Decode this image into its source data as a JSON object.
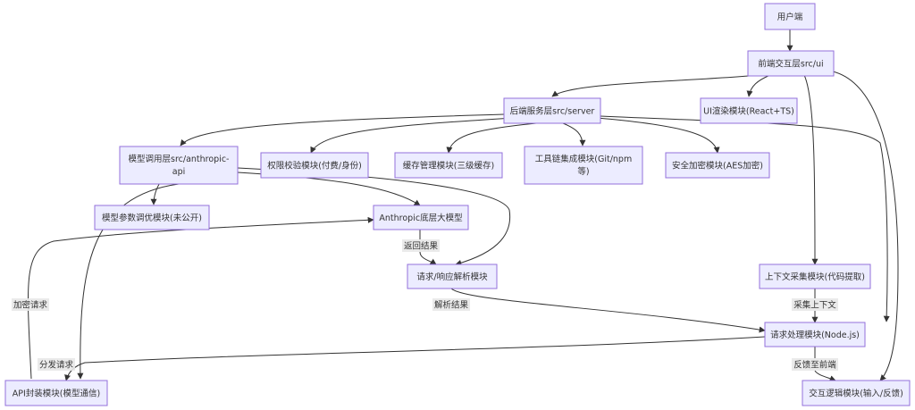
{
  "nodes": {
    "user": "用户端",
    "frontend": "前端交互层src/ui",
    "backend": "后端服务层src/server",
    "ui_render": "UI渲染模块(React+TS)",
    "model_call_1": "模型调用层src/anthropic-",
    "model_call_2": "api",
    "permission": "权限校验模块(付费/身份)",
    "cache": "缓存管理模块(三级缓存)",
    "toolchain_1": "工具链集成模块(Git/npm",
    "toolchain_2": "等)",
    "security": "安全加密模块(AES加密)",
    "param_tuning": "模型参数调优模块(未公开)",
    "anthropic_model": "Anthropic底层大模型",
    "req_parse": "请求/响应解析模块",
    "context": "上下文采集模块(代码提取)",
    "req_handler": "请求处理模块(Node.js)",
    "api_wrapper": "API封装模块(模型通信)",
    "interaction": "交互逻辑模块(输入/反馈)"
  },
  "edge_labels": {
    "return_result": "返回结果",
    "parse_result": "解析结果",
    "encrypted_request": "加密请求",
    "collect_context": "采集上下文",
    "dispatch_request": "分发请求",
    "feedback_frontend": "反馈至前端"
  },
  "colors": {
    "node_fill": "#ececff",
    "node_stroke": "#9370db",
    "edge": "#333333",
    "label_bg": "#e8e8e8"
  }
}
